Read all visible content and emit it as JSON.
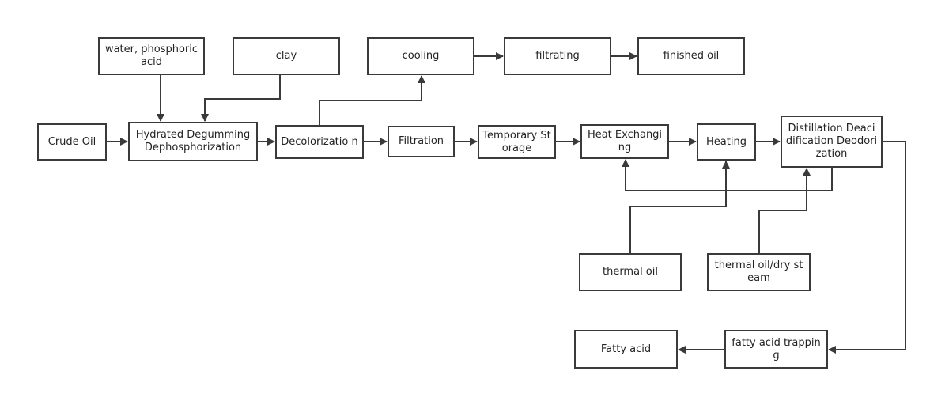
{
  "colors": {
    "stroke": "#3a3a3a",
    "text": "#222222",
    "background": "#ffffff"
  },
  "nodes": {
    "water_phosphoric": "water, phosphoric acid",
    "clay": "clay",
    "cooling": "cooling",
    "filtrating": "filtrating",
    "finished_oil": "finished oil",
    "crude_oil": "Crude Oil",
    "hydrated": "Hydrated Degumming Dephosphorization",
    "decolorization": "Decolorizatio n",
    "filtration": "Filtration",
    "temporary_storage": "Temporary Storage",
    "heat_exchanging": "Heat Exchanging",
    "heating": "Heating",
    "distillation": "Distillation Deacidification Deodorization",
    "thermal_oil": "thermal oil",
    "thermal_oil_dry_steam": "thermal oil/dry steam",
    "fatty_acid_trapping": "fatty acid trapping",
    "fatty_acid": "Fatty acid"
  },
  "edges": [
    {
      "from": "water_phosphoric",
      "to": "hydrated"
    },
    {
      "from": "clay",
      "to": "hydrated"
    },
    {
      "from": "crude_oil",
      "to": "hydrated"
    },
    {
      "from": "hydrated",
      "to": "decolorization"
    },
    {
      "from": "decolorization",
      "to": "cooling"
    },
    {
      "from": "cooling",
      "to": "filtrating"
    },
    {
      "from": "filtrating",
      "to": "finished_oil"
    },
    {
      "from": "decolorization",
      "to": "filtration"
    },
    {
      "from": "filtration",
      "to": "temporary_storage"
    },
    {
      "from": "temporary_storage",
      "to": "heat_exchanging"
    },
    {
      "from": "heat_exchanging",
      "to": "heating"
    },
    {
      "from": "heating",
      "to": "distillation"
    },
    {
      "from": "distillation",
      "to": "heat_exchanging"
    },
    {
      "from": "thermal_oil",
      "to": "heating"
    },
    {
      "from": "thermal_oil_dry_steam",
      "to": "distillation"
    },
    {
      "from": "distillation",
      "to": "fatty_acid_trapping"
    },
    {
      "from": "fatty_acid_trapping",
      "to": "fatty_acid"
    }
  ]
}
